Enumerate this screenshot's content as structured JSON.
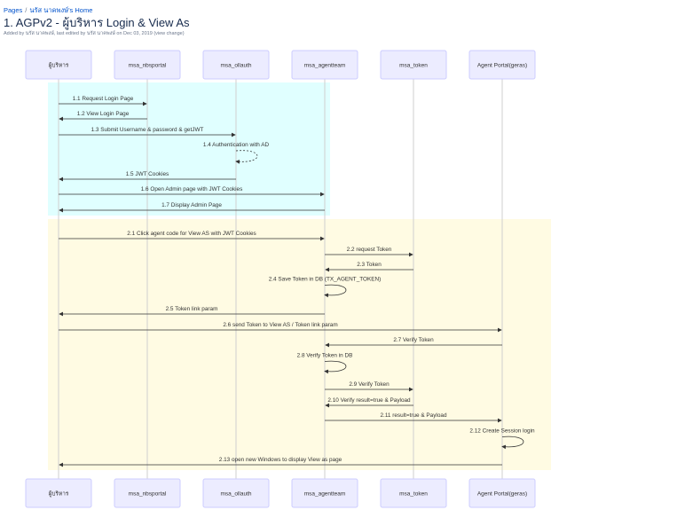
{
  "breadcrumb": {
    "pages": "Pages",
    "separator": "/",
    "home": "นรัส นาคพงษ์'s Home"
  },
  "page": {
    "title": "1. AGPv2 - ผู้บริหาร Login & View As",
    "byline": "Added by นรัส นาคพงษ์, last edited by นรัส นาคพงษ์ on Dec 03, 2019",
    "view_change": "(view change)"
  },
  "colors": {
    "section1": "#e0ffff",
    "section2": "#fffbe3",
    "actor_fill": "#ececff",
    "actor_stroke": "#ccccff"
  },
  "actors": [
    "ผู้บริหาร",
    "msa_nbsportal",
    "msa_ollauth",
    "msa_agentteam",
    "msa_token",
    "Agent Portal(geras)"
  ],
  "sections": [
    {
      "from_message": 0,
      "to_message": 6,
      "color": "#e0ffff"
    },
    {
      "from_message": 7,
      "to_message": 19,
      "color": "#fffbe3"
    }
  ],
  "messages": [
    {
      "label": "1.1 Request Login Page",
      "from": 0,
      "to": 1
    },
    {
      "label": "1.2 View Login Page",
      "from": 1,
      "to": 0
    },
    {
      "label": "1.3 Submit Username & password & getJWT",
      "from": 0,
      "to": 2
    },
    {
      "label": "1.4 Authentication with AD",
      "from": 2,
      "to": 2,
      "dashed": true
    },
    {
      "label": "1.5 JWT Cookies",
      "from": 2,
      "to": 0
    },
    {
      "label": "1.6 Open Admin page with JWT Cookies",
      "from": 0,
      "to": 3
    },
    {
      "label": "1.7 Display Admin Page",
      "from": 3,
      "to": 0
    },
    {
      "label": "2.1 Click agent code for View AS with JWT Cookies",
      "from": 0,
      "to": 3
    },
    {
      "label": "2.2 request Token",
      "from": 3,
      "to": 4
    },
    {
      "label": "2.3 Token",
      "from": 4,
      "to": 3
    },
    {
      "label": "2.4 Save Token in DB (TX_AGENT_TOKEN)",
      "from": 3,
      "to": 3
    },
    {
      "label": "2.5 Token link param",
      "from": 3,
      "to": 0
    },
    {
      "label": "2.6 send Token to View AS / Token link param",
      "from": 0,
      "to": 5
    },
    {
      "label": "2.7 Verify Token",
      "from": 5,
      "to": 3
    },
    {
      "label": "2.8 Verify Token in DB",
      "from": 3,
      "to": 3
    },
    {
      "label": "2.9 Verify Token",
      "from": 3,
      "to": 4
    },
    {
      "label": "2.10 Verify result=true & Payload",
      "from": 4,
      "to": 3
    },
    {
      "label": "2.11 result=true & Payload",
      "from": 3,
      "to": 5
    },
    {
      "label": "2.12 Create Session login",
      "from": 5,
      "to": 5
    },
    {
      "label": "2.13 open new Windows to display View as page",
      "from": 5,
      "to": 0
    }
  ]
}
